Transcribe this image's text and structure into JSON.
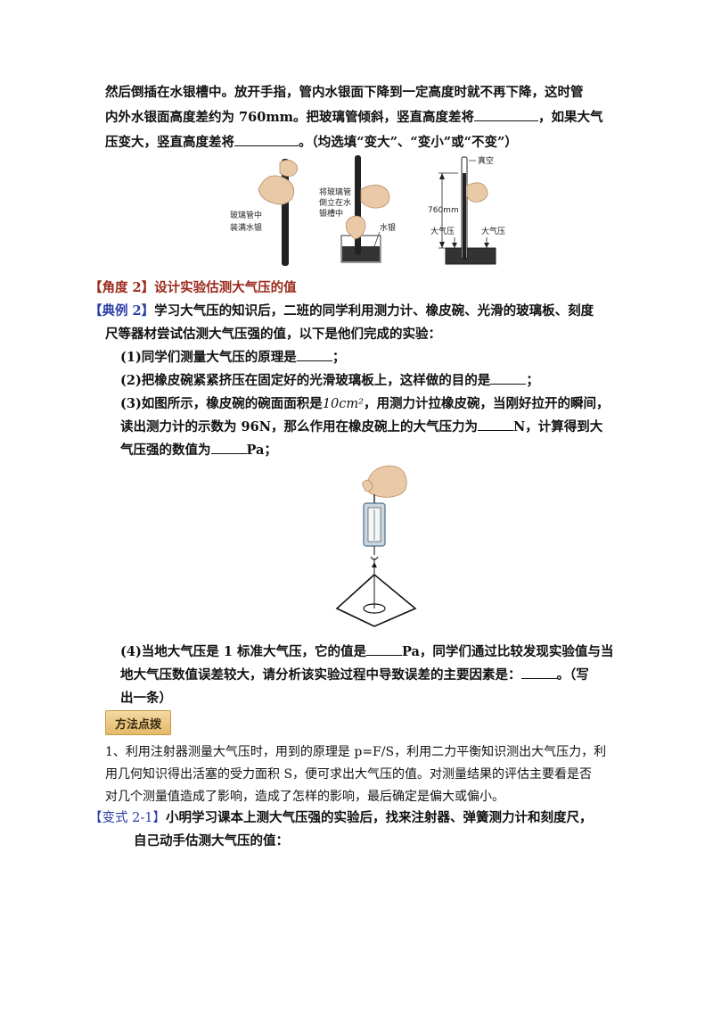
{
  "intro": {
    "line1": "然后倒插在水银槽中。放开手指，管内水银面下降到一定高度时就不再下降，这时管",
    "line2a": "内外水银面高度差约为 760mm。把玻璃管倾斜，竖直高度差将",
    "line2b": "，如果大气",
    "line3a": "压变大，竖直高度差将",
    "line3b": "。（均选填“变大”、“变小”或“不变”）"
  },
  "figure_torricelli": {
    "label_fill": "玻璃管中\n装满水银",
    "label_fill_1": "玻璃管中",
    "label_fill_2": "装满水银",
    "label_invert_1": "将玻璃管",
    "label_invert_2": "倒立在水",
    "label_invert_3": "银槽中",
    "label_mercury": "水银",
    "label_vacuum": "真空",
    "label_760": "760mm",
    "label_atm_left": "大气压",
    "label_atm_right": "大气压"
  },
  "angle2": {
    "heading": "【角度 2】设计实验估测大气压的值"
  },
  "example2": {
    "tag": "【典例 2】",
    "line1": "学习大气压的知识后，二班的同学利用测力计、橡皮碗、光滑的玻璃板、刻度",
    "line2": "尺等器材尝试估测大气压强的值，以下是他们完成的实验：",
    "q1a": "(1)同学们测量大气压的原理是",
    "q1b": "；",
    "q2a": "(2)把橡皮碗紧紧挤压在固定好的光滑玻璃板上，这样做的目的是",
    "q2b": "；",
    "q3a": "(3)如图所示，橡皮碗的碗面面积是",
    "q3_area": "10cm²",
    "q3b": "，用测力计拉橡皮碗，当刚好拉开的瞬间，",
    "q3c": "读出测力计的示数为 96N，那么作用在橡皮碗上的大气压力为",
    "q3d": "N，计算得到大",
    "q3e": "气压强的数值为",
    "q3f": "Pa；",
    "q4a": "(4)当地大气压是 1 标准大气压，它的值是",
    "q4b": "Pa，同学们通过比较发现实验值与当",
    "q4c": "地大气压数值误差较大，请分析该实验过程中导致误差的主要因素是：",
    "q4d": "。（写",
    "q4e": "出一条）"
  },
  "method": {
    "badge": "方法点拨",
    "line1": "1、利用注射器测量大气压时，用到的原理是 p=F/S，利用二力平衡知识测出大气压力，利",
    "line2": "用几何知识得出活塞的受力面积 S，便可求出大气压的值。对测量结果的评估主要看是否",
    "line3": "对几个测量值造成了影响，造成了怎样的影响，最后确定是偏大或偏小。"
  },
  "variant": {
    "tag": "【变式 2-1】",
    "line1": "小明学习课本上测大气压强的实验后，找来注射器、弹簧测力计和刻度尺，",
    "line2": "自己动手估测大气压的值："
  }
}
